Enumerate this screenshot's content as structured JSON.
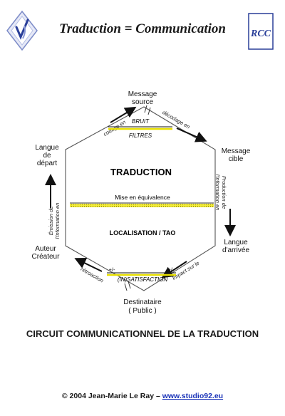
{
  "header": {
    "title": "Traduction = Communication",
    "right_logo_text": "RCC"
  },
  "diagram": {
    "nodes": {
      "message_source": [
        "Message",
        "source"
      ],
      "message_cible": [
        "Message",
        "cible"
      ],
      "langue_arrivee": [
        "Langue",
        "d'arrivée"
      ],
      "destinataire": [
        "Destinataire",
        "( Public )"
      ],
      "auteur": [
        "Auteur",
        "Créateur"
      ],
      "langue_depart": [
        "Langue",
        "de",
        "départ"
      ]
    },
    "edge_labels": {
      "codage": "codage en",
      "decodage": "décodage en",
      "production": [
        "Production de",
        "l'information en"
      ],
      "impact": "Impact sur le",
      "retroaction": "rétroaction",
      "emission": [
        "Émission de",
        "l'information en"
      ]
    },
    "inner": {
      "bruit": "BRUIT",
      "filtres": "FILTRES",
      "traduction": "TRADUCTION",
      "mise_en_equivalence": "Mise en équivalence",
      "localisation": "LOCALISATION / TAO",
      "plus_minus_left": "+/-",
      "plus_minus_right": "+/-",
      "satisfaction": "(IN)SATISFACTION"
    }
  },
  "caption": "CIRCUIT COMMUNICATIONNEL DE LA TRADUCTION",
  "footer": {
    "copyright": "© 2004 Jean-Marie Le Ray –",
    "link_text": "www.studio92.eu"
  },
  "colors": {
    "logo_blue": "#2a3f99",
    "highlight_yellow": "#e8e000",
    "link_blue": "#1a33b8"
  }
}
